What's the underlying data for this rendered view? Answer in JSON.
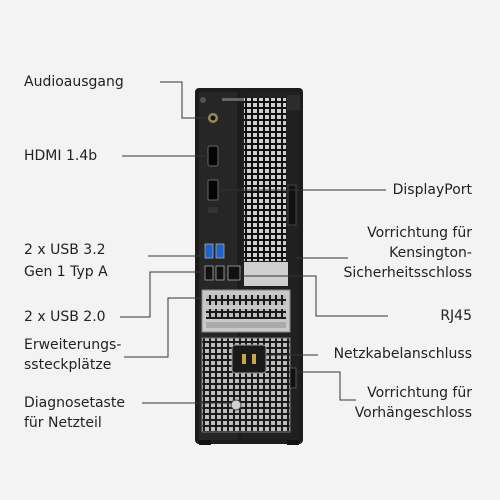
{
  "labels": {
    "audio": "Audioausgang",
    "hdmi": "HDMI 1.4b",
    "usb32_line1": "2 x USB 3.2",
    "usb32_line2": "Gen 1 Typ A",
    "usb20": "2 x USB 2.0",
    "expansion_line1": "Erweiterungs-",
    "expansion_line2": "ssteckplätze",
    "diag_line1": "Diagnosetaste",
    "diag_line2": "für Netzteil",
    "displayport": "DisplayPort",
    "kensington_line1": "Vorrichtung für",
    "kensington_line2": "Kensington-",
    "kensington_line3": "Sicherheitsschloss",
    "rj45": "RJ45",
    "power": "Netzkabelanschluss",
    "padlock_line1": "Vorrichtung für",
    "padlock_line2": "Vorhängeschloss"
  },
  "colors": {
    "background": "#f3f3f3",
    "chassis": "#1c1c1c",
    "panel": "#2a2a2a",
    "metal": "#bdbdbd",
    "usb_blue": "#1e64c8",
    "leader": "#333333",
    "text": "#222222"
  }
}
